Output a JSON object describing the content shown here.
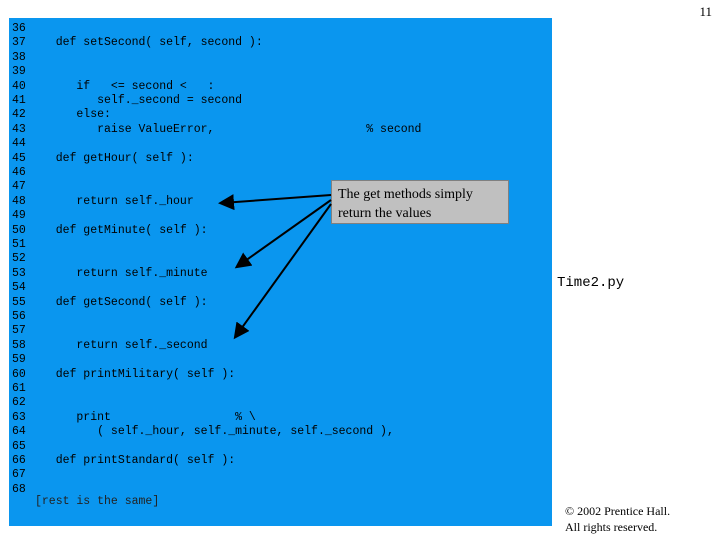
{
  "page_number": "11",
  "filename": "Time2.py",
  "callout_text": "The get methods simply return the values",
  "rest_note": "[rest is the same]",
  "copyright": {
    "line1": "© 2002 Prentice Hall.",
    "line2": "All rights reserved."
  },
  "code_lines": [
    {
      "num": "36",
      "text": ""
    },
    {
      "num": "37",
      "text": "   def setSecond( self, second ):"
    },
    {
      "num": "38",
      "text": ""
    },
    {
      "num": "39",
      "text": ""
    },
    {
      "num": "40",
      "text": "      if   <= second <   :"
    },
    {
      "num": "41",
      "text": "         self._second = second"
    },
    {
      "num": "42",
      "text": "      else:"
    },
    {
      "num": "43",
      "text": "         raise ValueError,                      % second"
    },
    {
      "num": "44",
      "text": ""
    },
    {
      "num": "45",
      "text": "   def getHour( self ):"
    },
    {
      "num": "46",
      "text": ""
    },
    {
      "num": "47",
      "text": ""
    },
    {
      "num": "48",
      "text": "      return self._hour"
    },
    {
      "num": "49",
      "text": ""
    },
    {
      "num": "50",
      "text": "   def getMinute( self ):"
    },
    {
      "num": "51",
      "text": ""
    },
    {
      "num": "52",
      "text": ""
    },
    {
      "num": "53",
      "text": "      return self._minute"
    },
    {
      "num": "54",
      "text": ""
    },
    {
      "num": "55",
      "text": "   def getSecond( self ):"
    },
    {
      "num": "56",
      "text": ""
    },
    {
      "num": "57",
      "text": ""
    },
    {
      "num": "58",
      "text": "      return self._second"
    },
    {
      "num": "59",
      "text": ""
    },
    {
      "num": "60",
      "text": "   def printMilitary( self ):"
    },
    {
      "num": "61",
      "text": ""
    },
    {
      "num": "62",
      "text": ""
    },
    {
      "num": "63",
      "text": "      print                  % \\"
    },
    {
      "num": "64",
      "text": "         ( self._hour, self._minute, self._second ),"
    },
    {
      "num": "65",
      "text": ""
    },
    {
      "num": "66",
      "text": "   def printStandard( self ):"
    },
    {
      "num": "67",
      "text": ""
    },
    {
      "num": "68",
      "text": ""
    }
  ]
}
